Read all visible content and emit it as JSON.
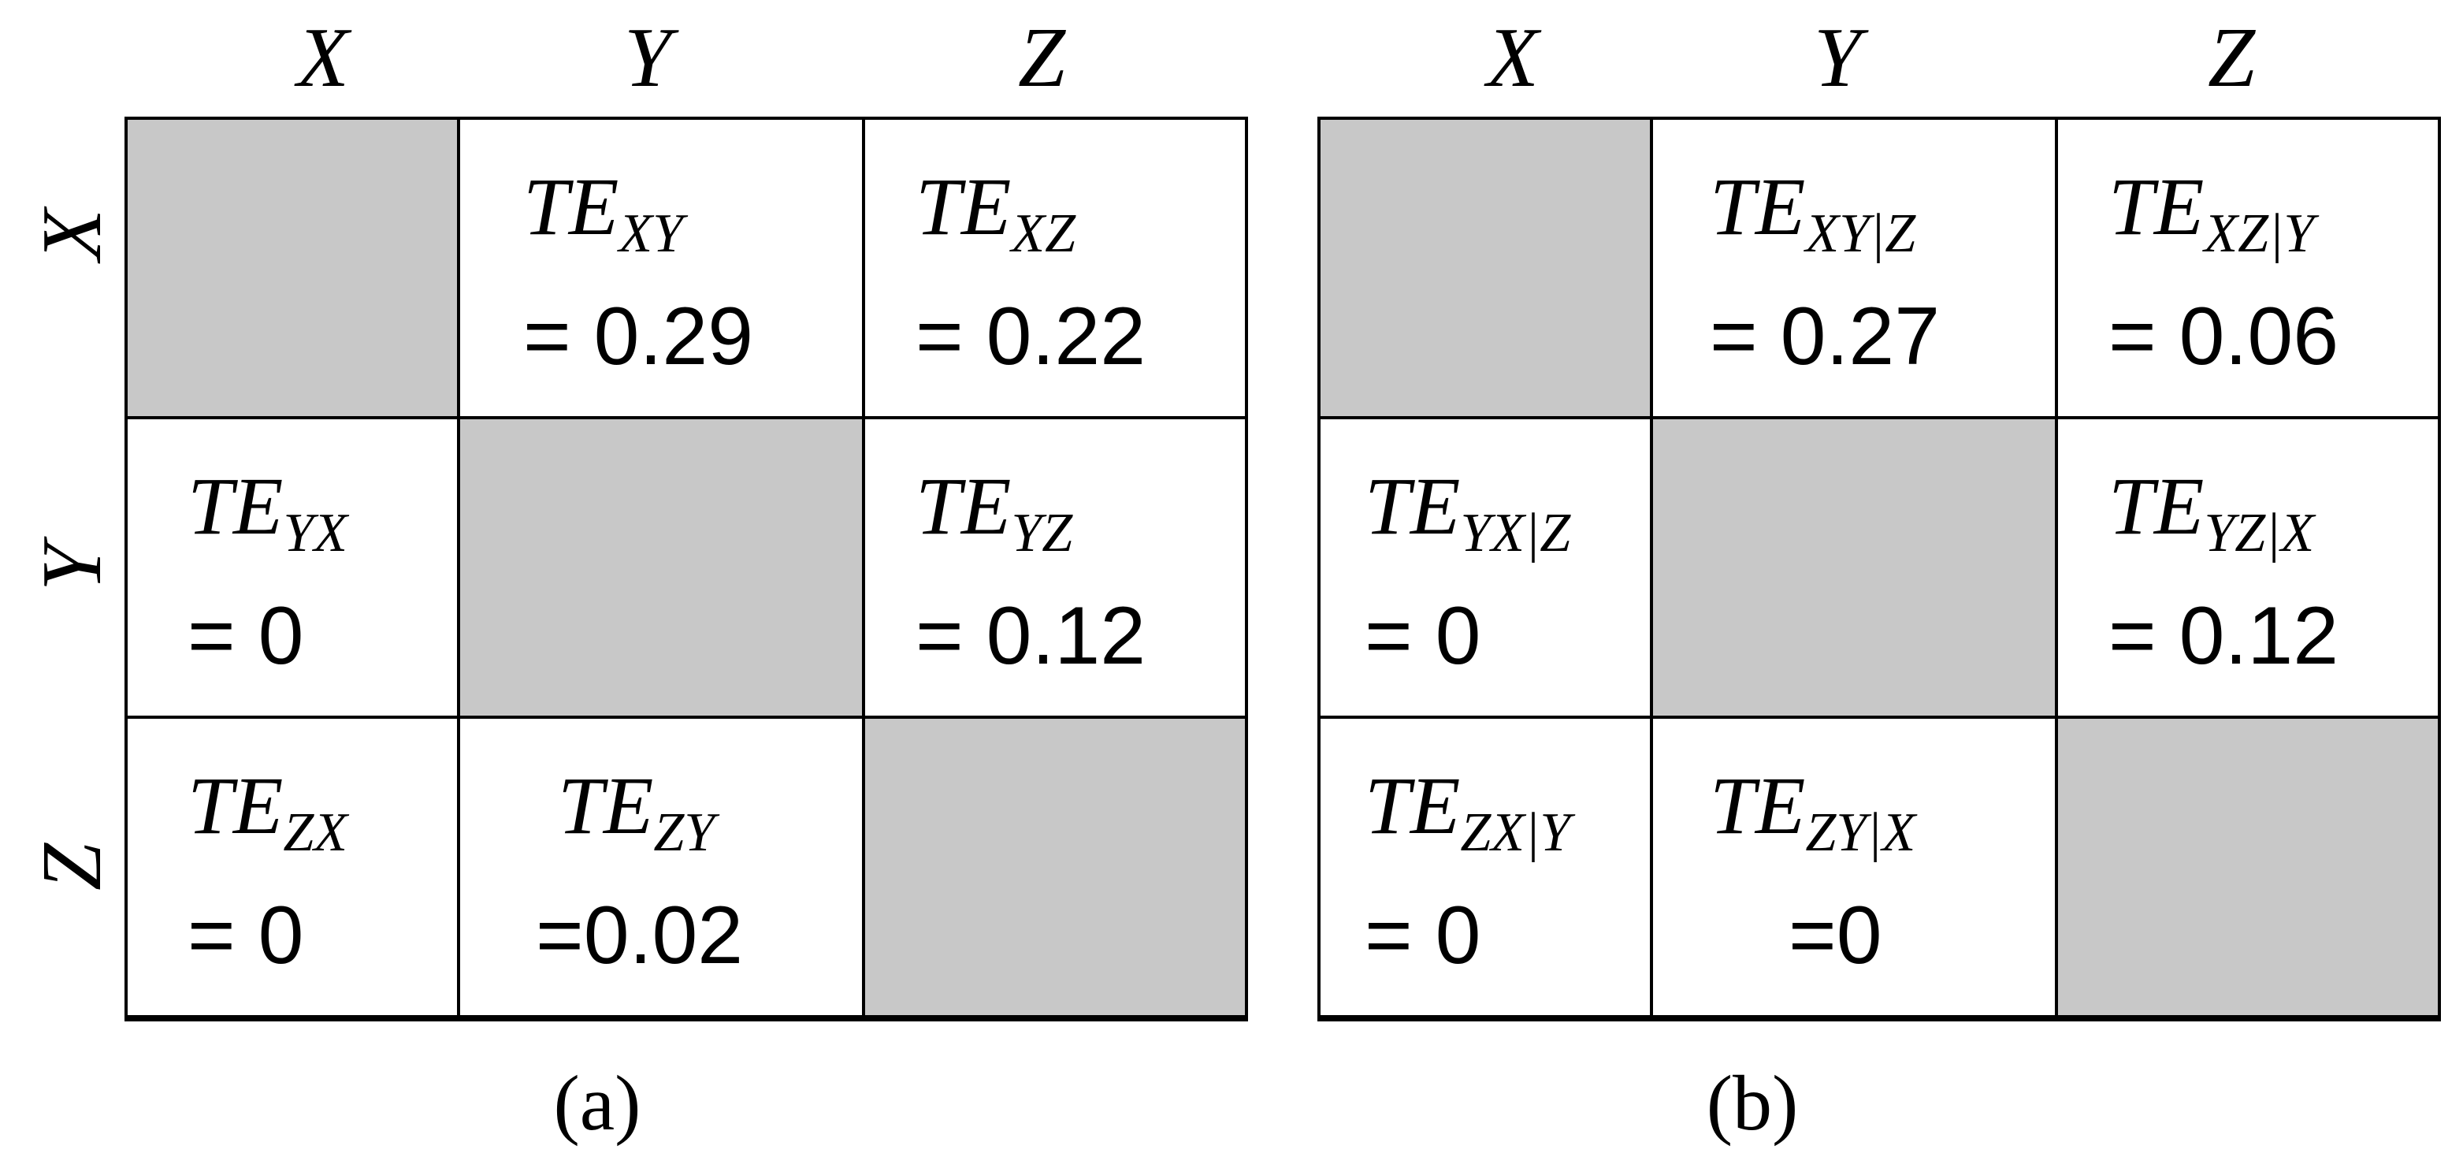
{
  "panels": [
    {
      "caption": "(a)",
      "col_labels": [
        "X",
        "Y",
        "Z"
      ],
      "row_labels": [
        "X",
        "Y",
        "Z"
      ],
      "cells": [
        [
          {
            "shaded": true
          },
          {
            "shaded": false,
            "expr_main": "TE",
            "expr_sub": "XY",
            "value": "= 0.29"
          },
          {
            "shaded": false,
            "expr_main": "TE",
            "expr_sub": "XZ",
            "value": "= 0.22"
          }
        ],
        [
          {
            "shaded": false,
            "expr_main": "TE",
            "expr_sub": "YX",
            "value": "= 0"
          },
          {
            "shaded": true
          },
          {
            "shaded": false,
            "expr_main": "TE",
            "expr_sub": "YZ",
            "value": "= 0.12"
          }
        ],
        [
          {
            "shaded": false,
            "expr_main": "TE",
            "expr_sub": "ZX",
            "value": "= 0"
          },
          {
            "shaded": false,
            "expr_main": "TE",
            "expr_sub": "ZY",
            "value": "=0.02"
          },
          {
            "shaded": true
          }
        ]
      ]
    },
    {
      "caption": "(b)",
      "col_labels": [
        "X",
        "Y",
        "Z"
      ],
      "row_labels": [
        "X",
        "Y",
        "Z"
      ],
      "cells": [
        [
          {
            "shaded": true
          },
          {
            "shaded": false,
            "expr_main": "TE",
            "expr_sub": "XY|Z",
            "value": "= 0.27"
          },
          {
            "shaded": false,
            "expr_main": "TE",
            "expr_sub": "XZ|Y",
            "value": "= 0.06"
          }
        ],
        [
          {
            "shaded": false,
            "expr_main": "TE",
            "expr_sub": "YX|Z",
            "value": "= 0"
          },
          {
            "shaded": true
          },
          {
            "shaded": false,
            "expr_main": "TE",
            "expr_sub": "YZ|X",
            "value": "= 0.12"
          }
        ],
        [
          {
            "shaded": false,
            "expr_main": "TE",
            "expr_sub": "ZX|Y",
            "value": "= 0"
          },
          {
            "shaded": false,
            "expr_main": "TE",
            "expr_sub": "ZY|X",
            "value": "=0"
          },
          {
            "shaded": true
          }
        ]
      ]
    }
  ],
  "colors": {
    "shaded": "#c8c8c8",
    "border": "#000000",
    "background": "#ffffff"
  }
}
